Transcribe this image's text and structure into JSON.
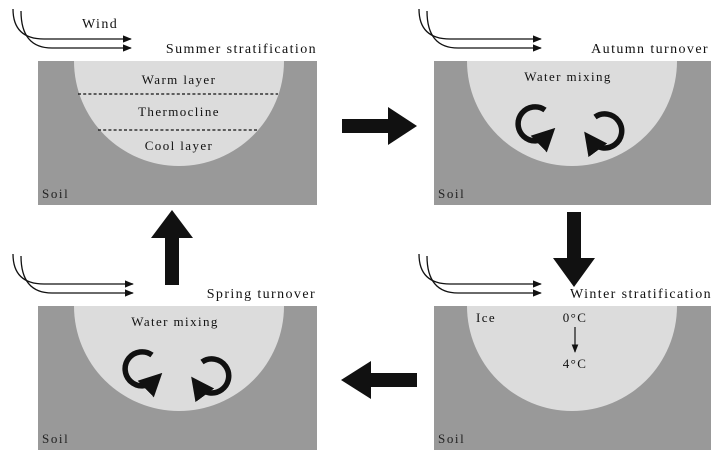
{
  "colors": {
    "soil": "#999999",
    "water": "#dcdcdc",
    "ink": "#111111"
  },
  "wind_label": "Wind",
  "panels": {
    "summer": {
      "title": "Summer stratification",
      "layers": [
        "Warm layer",
        "Thermocline",
        "Cool layer"
      ],
      "soil": "Soil"
    },
    "autumn": {
      "title": "Autumn turnover",
      "mixing": "Water mixing",
      "soil": "Soil"
    },
    "winter": {
      "title": "Winter stratification",
      "ice": "Ice",
      "top_temp": "0°C",
      "bottom_temp": "4°C",
      "soil": "Soil"
    },
    "spring": {
      "title": "Spring turnover",
      "mixing": "Water mixing",
      "soil": "Soil"
    }
  },
  "icons": {
    "wind": "wind-arrows-icon",
    "cycle": "circular-arrows-icon",
    "flow": "block-arrow-icon"
  }
}
